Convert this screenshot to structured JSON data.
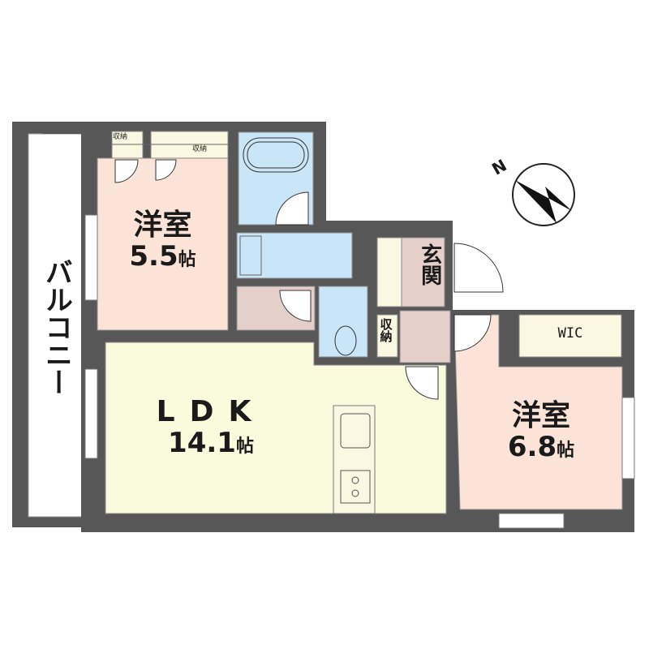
{
  "floorplan": {
    "balcony": "バルコニー",
    "rooms": [
      {
        "name": "洋室",
        "size": "5.5",
        "unit": "帖"
      },
      {
        "name": "LDK",
        "size": "14.1",
        "unit": "帖"
      },
      {
        "name": "洋室",
        "size": "6.8",
        "unit": "帖"
      }
    ],
    "entrance": "玄関",
    "storage": "収納",
    "wic": "WIC",
    "compass": "N"
  },
  "colors": {
    "wall": "#575757",
    "bedroom": "#fbe3d8",
    "ldk": "#fafadc",
    "wet_area": "#c8e6f8",
    "hall": "#e4cfcb",
    "storage": "#fbf8e1"
  }
}
